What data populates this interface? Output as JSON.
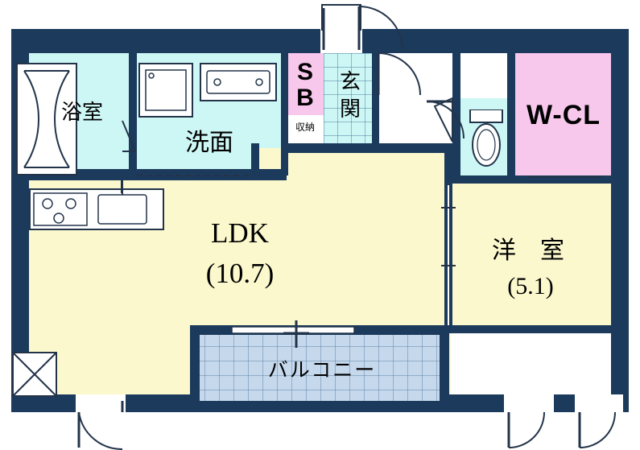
{
  "floorplan": {
    "title": "間取り図",
    "rooms": [
      {
        "id": "bath",
        "label": "浴室",
        "name": "bathroom"
      },
      {
        "id": "washroom",
        "label": "洗面",
        "name": "washroom"
      },
      {
        "id": "sb",
        "label": "S\nB",
        "name": "shoe-box"
      },
      {
        "id": "genkan",
        "label": "玄\n関",
        "name": "entrance"
      },
      {
        "id": "storage",
        "label": "収納",
        "name": "storage-closet"
      },
      {
        "id": "wcl",
        "label": "W-CL",
        "name": "walk-in-closet"
      },
      {
        "id": "ldk",
        "label": "LDK",
        "area": "(10.7)",
        "name": "living-dining-kitchen"
      },
      {
        "id": "washitsu",
        "label": "洋室",
        "area": "(5.1)",
        "name": "western-room"
      },
      {
        "id": "balcony",
        "label": "バルコニー",
        "name": "balcony"
      }
    ],
    "labels": {
      "bath": "浴室",
      "washroom": "洗面",
      "sb_line1": "S",
      "sb_line2": "B",
      "genkan_line1": "玄",
      "genkan_line2": "関",
      "storage": "収納",
      "wcl": "W-CL",
      "ldk": "LDK",
      "ldk_area": "(10.7)",
      "youshitsu_line1": "洋",
      "youshitsu_line2": "室",
      "youshitsu_area": "(5.1)",
      "balcony": "バルコニー"
    },
    "colors": {
      "wall": "#1b3a5c",
      "ldk_floor": "#fbf8cd",
      "wet_area": "#cdf7f5",
      "closet": "#f7c7ec",
      "balcony": "#c5d8ec",
      "outline": "#23344a",
      "background": "#ffffff"
    },
    "fixtures": [
      {
        "name": "bathtub-icon"
      },
      {
        "name": "washbasin-icon"
      },
      {
        "name": "vanity-mirror-icon"
      },
      {
        "name": "stove-icon"
      },
      {
        "name": "kitchen-sink-icon"
      },
      {
        "name": "toilet-icon"
      },
      {
        "name": "entry-door-icon"
      },
      {
        "name": "balcony-rail-icon"
      },
      {
        "name": "pillar-marker-icon"
      }
    ]
  }
}
